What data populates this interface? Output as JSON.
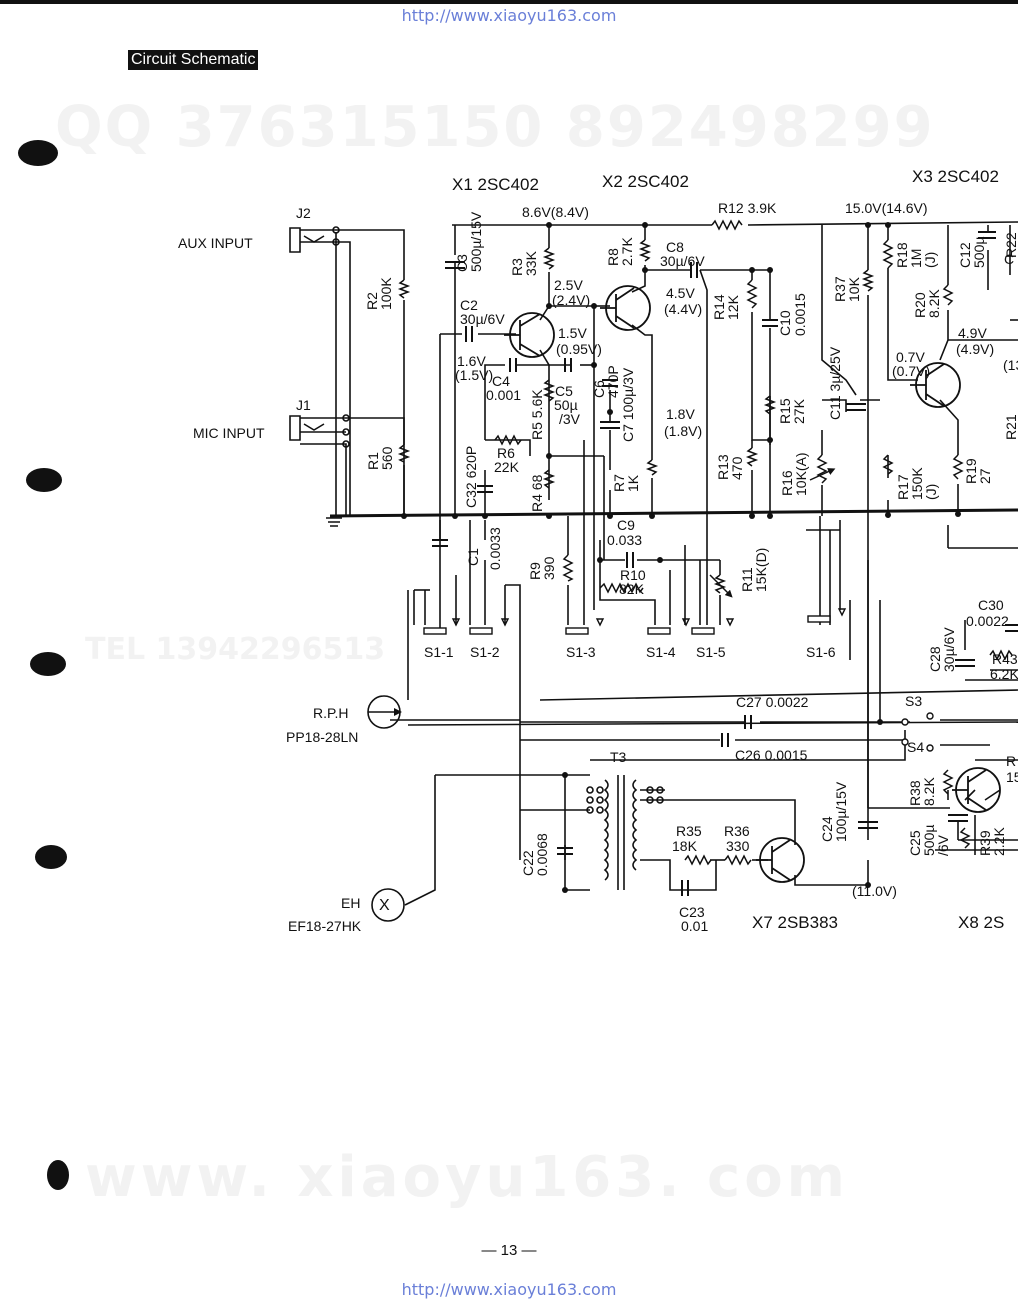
{
  "header": {
    "url": "http://www.xiaoyu163.com",
    "section": "Circuit Schematic"
  },
  "footer": {
    "url": "http://www.xiaoyu163.com",
    "page_number": "— 13 —"
  },
  "watermarks": {
    "qq": "QQ 376315150   892498299",
    "tel": "TEL  13942296513",
    "site": "www. xiaoyu163. com"
  },
  "inputs": {
    "aux": "AUX INPUT",
    "mic": "MIC INPUT",
    "j2": "J2",
    "j1": "J1"
  },
  "heads": {
    "rph_name": "R.P.H",
    "rph_part": "PP18-28LN",
    "eh_name": "EH",
    "eh_part": "EF18-27HK",
    "eh_symbol": "X"
  },
  "transistors": {
    "x1": "X1  2SC402",
    "x2": "X2  2SC402",
    "x3": "X3  2SC402",
    "x7": "X7  2SB383",
    "x8": "X8  2S"
  },
  "rails": {
    "v1": "8.6V(8.4V)",
    "v2": "15.0V(14.6V)",
    "v3": "(11.0V)"
  },
  "voltages": {
    "x1_c": "2.5V",
    "x1_c2": "(2.4V)",
    "x1_e": "1.5V",
    "x1_e2": "(0.95V)",
    "x1_b": "1.6V",
    "x1_b2": "(1.5V)",
    "x2_c": "4.5V",
    "x2_c2": "(4.4V)",
    "x2_e": "1.8V",
    "x2_e2": "(1.8V)",
    "x3_b": "0.7V",
    "x3_b2": "(0.7V)",
    "x3_c": "4.9V",
    "x3_c2": "(4.9V)"
  },
  "parts": {
    "r12": "R12  3.9K",
    "c3a": "C3",
    "c3b": "500µ/15V",
    "r3a": "R3",
    "r3b": "33K",
    "r8a": "R8",
    "r8b": "2.7K",
    "c8a": "C8",
    "c8b": "30µ/6V",
    "r2a": "R2",
    "r2b": "100K",
    "c2a": "C2",
    "c2b": "30µ/6V",
    "c4a": "C4",
    "c4b": "0.001",
    "c5a": "C5",
    "c5b": "50µ",
    "c5c": "/3V",
    "r5": "R5 5.6K",
    "c6a": "C6",
    "c6b": "470P",
    "c7": "C7 100µ/3V",
    "r14a": "R14",
    "r14b": "12K",
    "c10a": "C10",
    "c10b": "0.0015",
    "r37a": "R37",
    "r37b": "10K",
    "r18a": "R18",
    "r18b": "1M",
    "r18c": "(J)",
    "c12a": "C12",
    "c12b": "500µ",
    "r20a": "R20",
    "r20b": "8.2K",
    "r1a": "R1",
    "r1b": "560",
    "c32": "C32 620P",
    "r6a": "R6",
    "r6b": "22K",
    "r4": "R4  68",
    "r7a": "R7",
    "r7b": "1K",
    "r13a": "R13",
    "r13b": "470",
    "r15a": "R15",
    "r15b": "27K",
    "c11": "C11  3µ/25V",
    "r16a": "R16",
    "r16b": "10K(A)",
    "r17a": "R17",
    "r17b": "150K",
    "r17c": "(J)",
    "r19a": "R19",
    "r19b": "27",
    "c1a": "C1",
    "c1b": "0.0033",
    "r9a": "R9",
    "r9b": "390",
    "c9a": "C9",
    "c9b": "0.033",
    "r10a": "R10",
    "r10b": "82K",
    "r11a": "R11",
    "r11b": "15K(D)",
    "c28a": "C28",
    "c28b": "30µ/6V",
    "c30a": "C30",
    "c30b": "0.0022",
    "r43a": "R43",
    "r43b": "6.2K",
    "c27": "C27  0.0022",
    "c26": "C26  0.0015",
    "s3": "S3",
    "s4": "S4",
    "t3": "T3",
    "r38a": "R38",
    "r38b": "8.2K",
    "c22a": "C22",
    "c22b": "0.0068",
    "r35a": "R35",
    "r35b": "18K",
    "r36a": "R36",
    "r36b": "330",
    "c24a": "C24",
    "c24b": "100µ/15V",
    "c25a": "C25",
    "c25b": "500µ",
    "c25c": "/6V",
    "r39a": "R39",
    "r39b": "2.2K",
    "c23a": "C23",
    "c23b": "0.01"
  },
  "switches": {
    "s1_1": "S1-1",
    "s1_2": "S1-2",
    "s1_3": "S1-3",
    "s1_4": "S1-4",
    "s1_5": "S1-5",
    "s1_6": "S1-6"
  },
  "edge_fragments": {
    "r22": "R22",
    "c_edge": "C",
    "r21": "R21",
    "r_edge": "R",
    "r_edge_b": "15",
    "v13": "(13"
  }
}
